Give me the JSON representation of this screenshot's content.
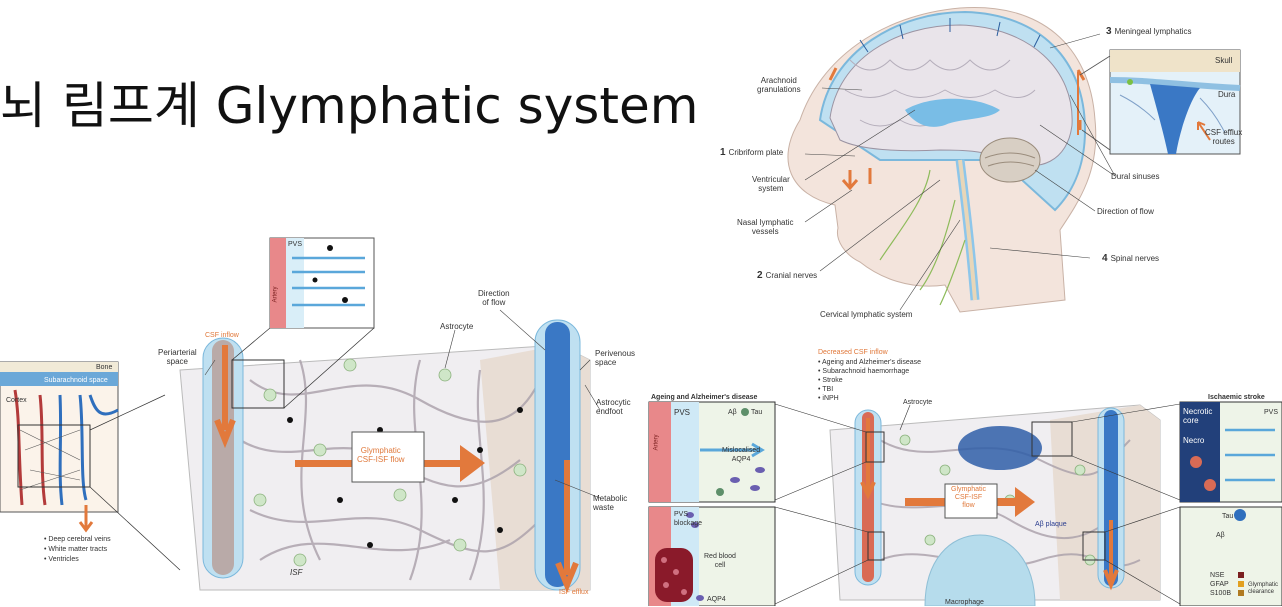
{
  "title": "뇌 림프계 Glymphatic system",
  "head_diagram": {
    "meningeal_lymphatics": "Meningeal lymphatics",
    "meningeal_num": "3",
    "skull": "Skull",
    "dura": "Dura",
    "csf_efflux": "CSF efflux",
    "routes": "routes",
    "arachnoid_granulations": [
      "Arachnoid",
      "granulations"
    ],
    "cribriform_num": "1",
    "cribriform_plate": "Cribriform plate",
    "ventricular_system": [
      "Ventricular",
      "system"
    ],
    "nasal_lymphatic": [
      "Nasal lymphatic",
      "vessels"
    ],
    "cranial_num": "2",
    "cranial_nerves": "Cranial nerves",
    "dural_sinuses": "Dural sinuses",
    "direction_of_flow": "Direction of flow",
    "spinal_num": "4",
    "spinal_nerves": "Spinal nerves",
    "cervical_lymphatic": "Cervical lymphatic system"
  },
  "left_diagram": {
    "bone": "Bone",
    "subarachnoid": "Subarachnoid space",
    "cortex": "Cortex",
    "bullets": [
      "Deep cerebral veins",
      "White matter tracts",
      "Ventricles"
    ],
    "pvs": "PVS",
    "artery": "Artery",
    "csf_inflow": "CSF inflow",
    "periarterial": [
      "Periarterial",
      "space"
    ],
    "astrocyte": "Astrocyte",
    "direction": [
      "Direction",
      "of flow"
    ],
    "perivenous": [
      "Perivenous",
      "space"
    ],
    "astrocytic_endfoot": [
      "Astrocytic",
      "endfoot"
    ],
    "glymphatic_flow": [
      "Glymphatic",
      "CSF-ISF flow"
    ],
    "metabolic_waste": [
      "Metabolic",
      "waste"
    ],
    "isf": "ISF",
    "isf_efflux": "ISF efflux"
  },
  "right_diagram": {
    "decreased_csf": "Decreased CSF inflow",
    "conditions": [
      "Ageing and Alzheimer's disease",
      "Subarachnoid haemorrhage",
      "Stroke",
      "TBI",
      "iNPH"
    ],
    "ageing_header": "Ageing and Alzheimer's disease",
    "astrocyte": "Astrocyte",
    "ischaemic_header": "Ischaemic stroke",
    "pvs": "PVS",
    "artery": "Artery",
    "abeta": "Aβ",
    "tau": "Tau",
    "mislocalised": [
      "Mislocalised",
      "AQP4"
    ],
    "pvs_blockage": [
      "PVS",
      "blockage"
    ],
    "red_blood": [
      "Red blood",
      "cell"
    ],
    "aqp4": "AQP4",
    "glymphatic_flow": [
      "Glymphatic",
      "CSF-ISF",
      "flow"
    ],
    "ab_plaque": "Aβ plaque",
    "necrotic_core": [
      "Necrotic",
      "core"
    ],
    "necro": "Necro",
    "markers": [
      "NSE",
      "GFAP",
      "S100B"
    ],
    "glymphatic_clearance": [
      "Glymphatic",
      "clearance"
    ],
    "tau2": "Tau",
    "abeta2": "Aβ",
    "pvs2": "PVS",
    "macrophage": "Macrophage"
  },
  "colors": {
    "orange": "#e2793c",
    "blue": "#5aa7da",
    "darkblue": "#2a5d9e",
    "artery": "#e8888a"
  }
}
